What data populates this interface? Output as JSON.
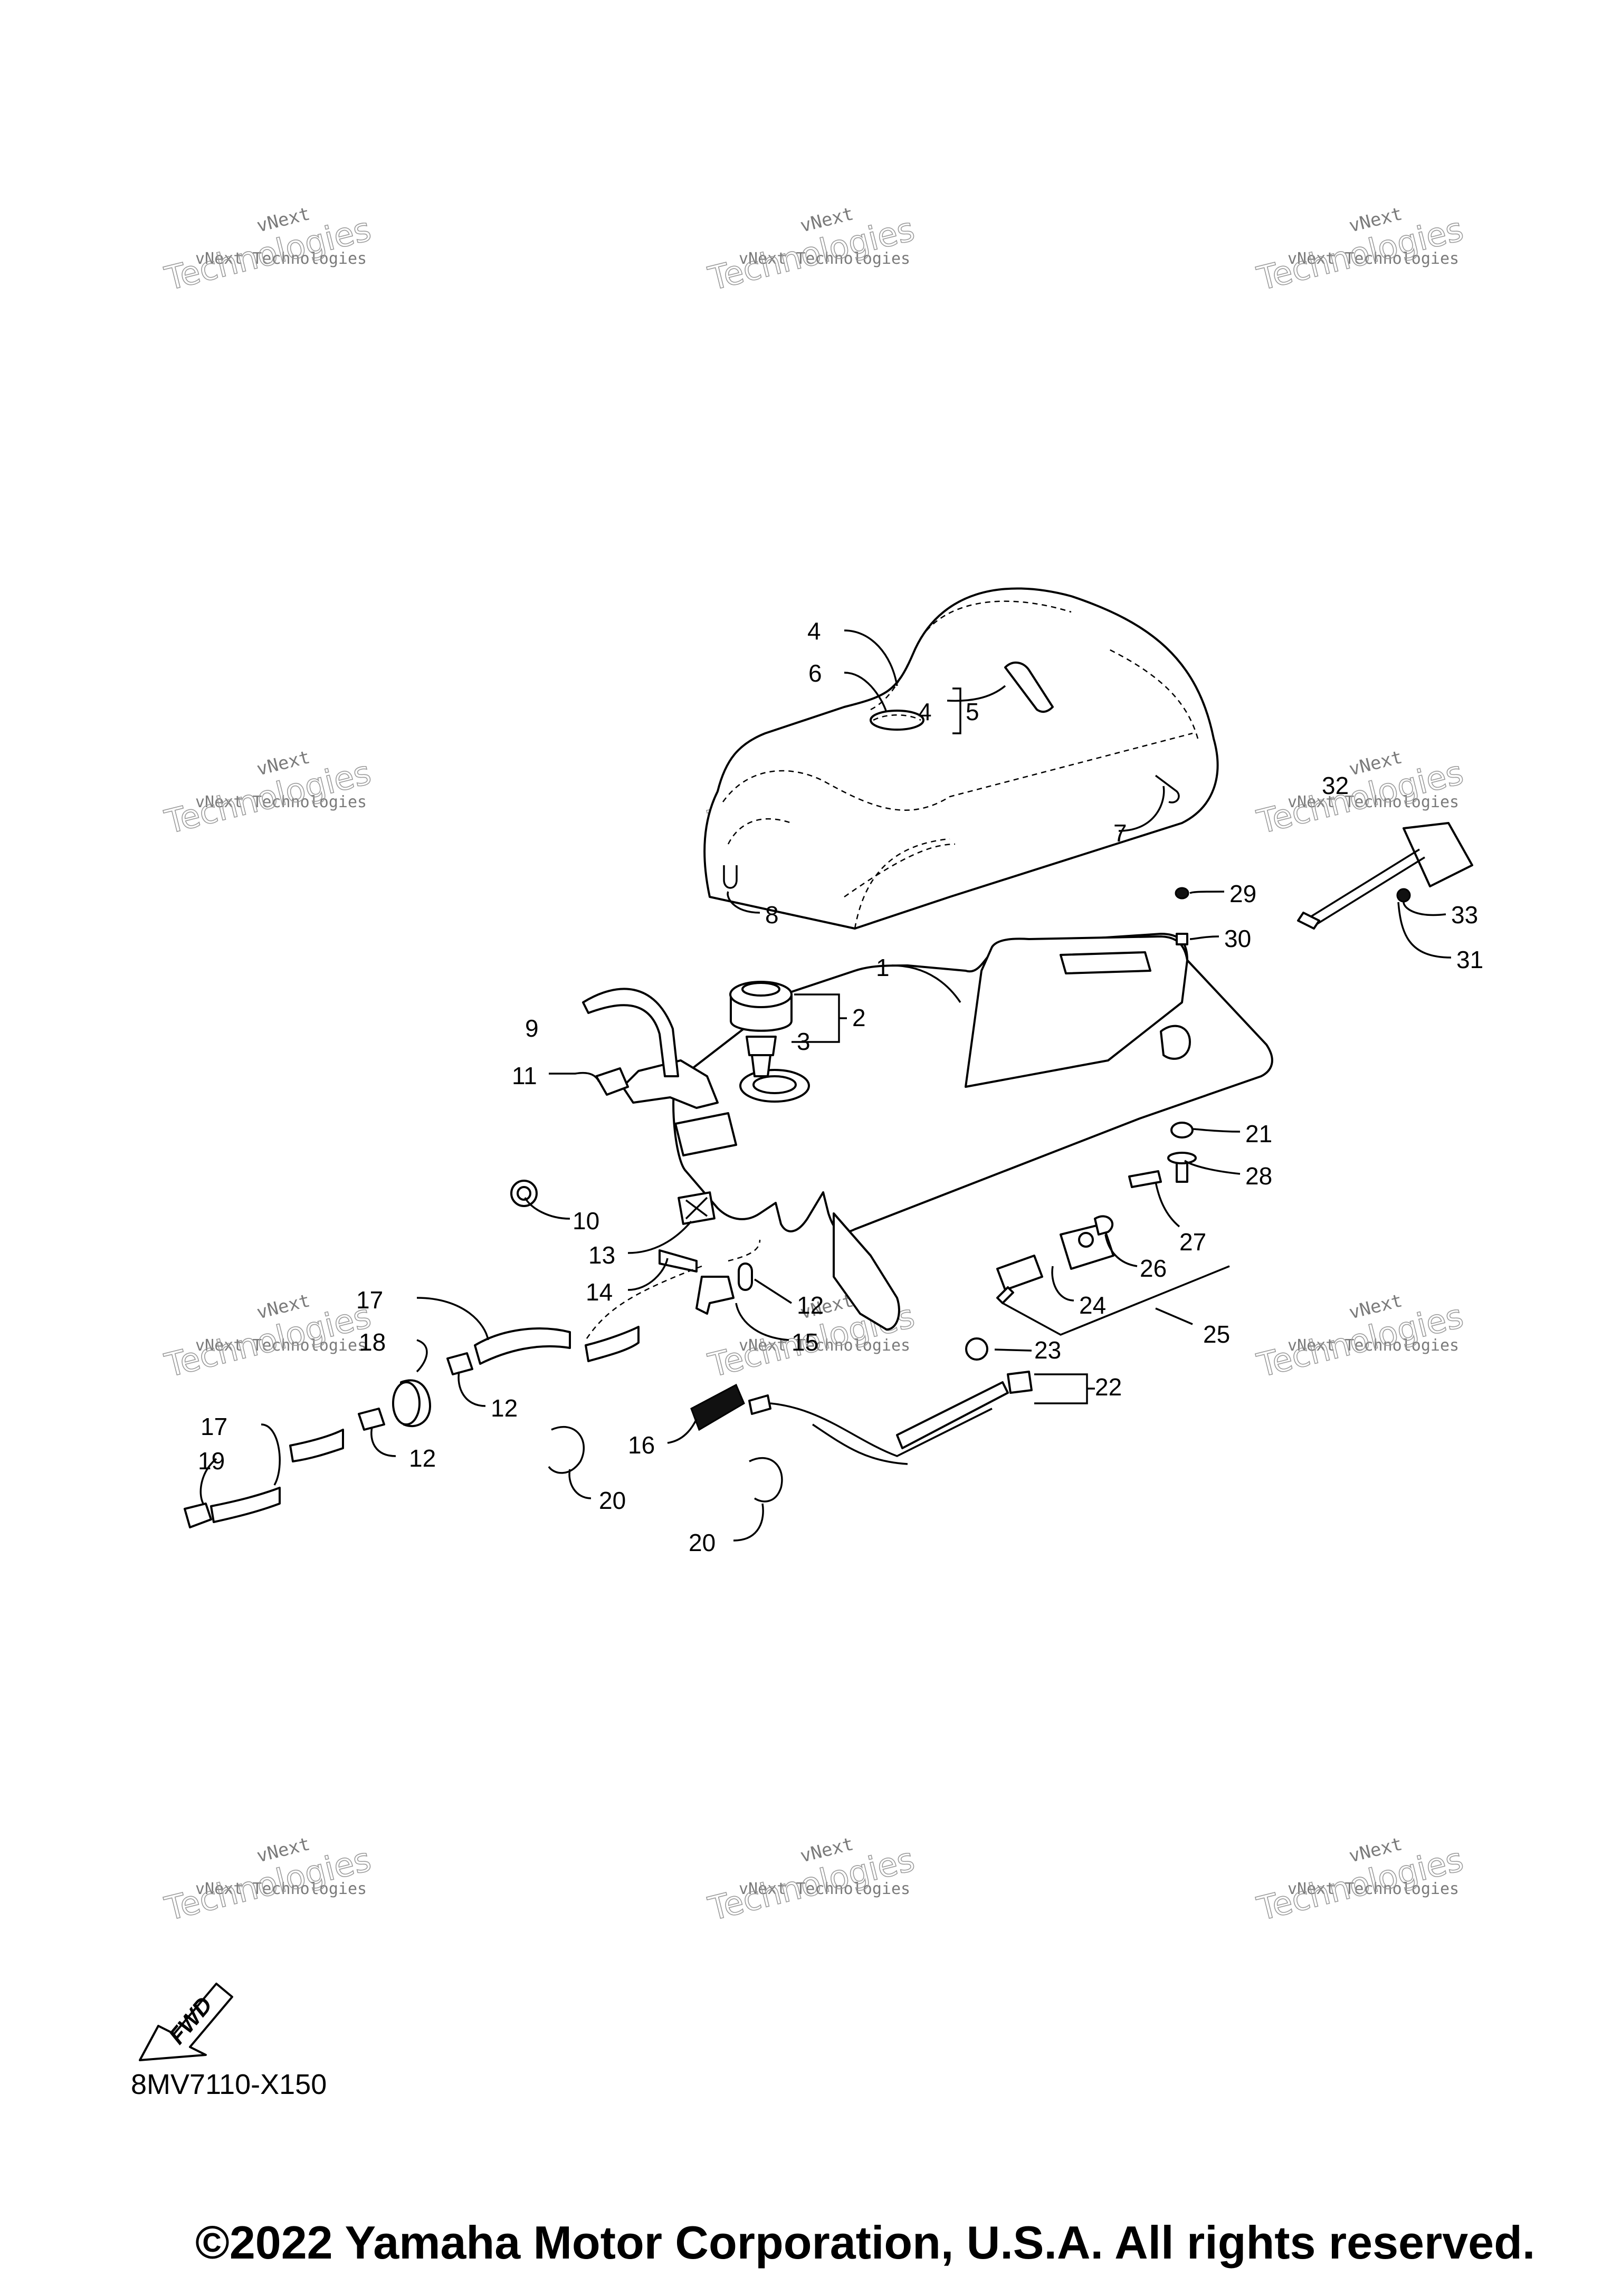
{
  "watermark": {
    "line1": "vNext",
    "line2": "vNext Technologies",
    "line3": "Technologies"
  },
  "fwd_label": "FWD",
  "diagram_code": "8MV7110-X150",
  "copyright": "©2022 Yamaha Motor Corporation, U.S.A. All rights reserved.",
  "callouts": {
    "c1": "1",
    "c2": "2",
    "c3": "3",
    "c4a": "4",
    "c4b": "4",
    "c5": "5",
    "c6": "6",
    "c7": "7",
    "c8": "8",
    "c9": "9",
    "c10": "10",
    "c11": "11",
    "c12a": "12",
    "c12b": "12",
    "c12c": "12",
    "c13": "13",
    "c14": "14",
    "c15": "15",
    "c16": "16",
    "c17a": "17",
    "c17b": "17",
    "c18": "18",
    "c19": "19",
    "c20a": "20",
    "c20b": "20",
    "c21": "21",
    "c22": "22",
    "c23": "23",
    "c24": "24",
    "c25": "25",
    "c26": "26",
    "c27": "27",
    "c28": "28",
    "c29": "29",
    "c30": "30",
    "c31": "31",
    "c32": "32",
    "c33": "33"
  }
}
